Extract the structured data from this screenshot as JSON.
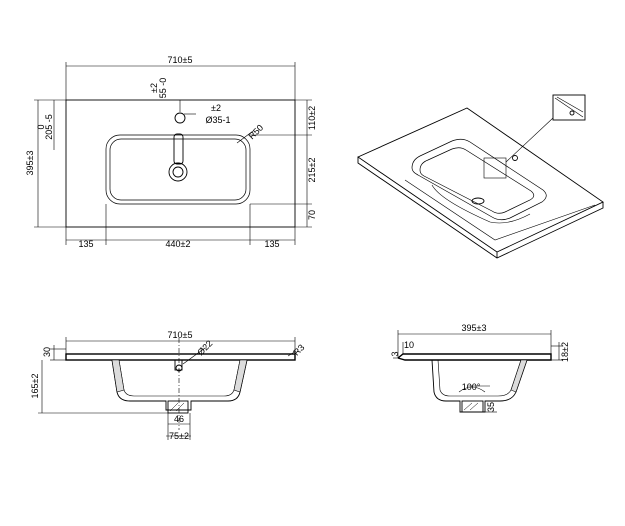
{
  "top_view": {
    "width_dim": "710±5",
    "height_dim": "395±3",
    "tap_offset_tol": "±2",
    "tap_offset": "55 -0",
    "depth_tol_top": "0",
    "depth": "205 -5",
    "tap_hole_tol": "±2",
    "tap_hole": "Ø35-1",
    "bowl_radius": "R50",
    "right_top": "110±2",
    "right_mid": "215±2",
    "right_bottom": "70",
    "bottom_left": "135",
    "bottom_mid": "440±2",
    "bottom_right": "135"
  },
  "front_view": {
    "width_dim": "710±5",
    "thickness": "30",
    "bowl_depth": "165±2",
    "waste_hole": "Ø22",
    "edge_radius": "R3",
    "waste_width": "46",
    "waste_outer": "75±2"
  },
  "side_view": {
    "depth_dim": "395±3",
    "lip_a": "10",
    "lip_b": "3",
    "rim_height": "18±2",
    "angle": "100°",
    "outlet": "35"
  }
}
